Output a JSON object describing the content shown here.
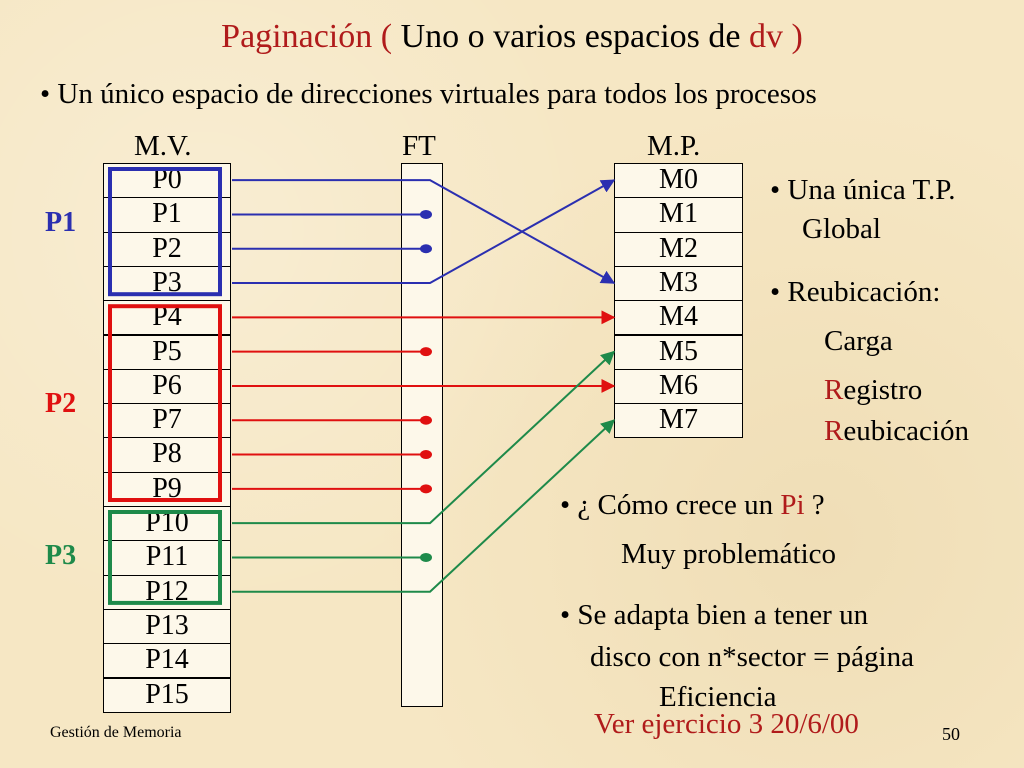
{
  "title": {
    "part1": "Paginación ( ",
    "part2": "Uno o varios espacios de ",
    "part3": "dv",
    "part4": " )"
  },
  "bullet_main": "• Un único espacio de direcciones virtuales para todos los procesos",
  "headers": {
    "mv": "M.V.",
    "ft": "FT",
    "mp": "M.P."
  },
  "virtual_pages": [
    "P0",
    "P1",
    "P2",
    "P3",
    "P4",
    "P5",
    "P6",
    "P7",
    "P8",
    "P9",
    "P10",
    "P11",
    "P12",
    "P13",
    "P14",
    "P15"
  ],
  "physical_frames": [
    "M0",
    "M1",
    "M2",
    "M3",
    "M4",
    "M5",
    "M6",
    "M7"
  ],
  "groups": [
    {
      "label": "P1",
      "color": "#2b2fb0",
      "pages": [
        0,
        3
      ]
    },
    {
      "label": "P2",
      "color": "#e01010",
      "pages": [
        4,
        9
      ]
    },
    {
      "label": "P3",
      "color": "#1e8a4a",
      "pages": [
        10,
        12
      ]
    }
  ],
  "mappings": [
    {
      "page": 0,
      "frame": 3,
      "color": "#2b2fb0"
    },
    {
      "page": 1,
      "frame": null,
      "color": "#2b2fb0"
    },
    {
      "page": 2,
      "frame": null,
      "color": "#2b2fb0"
    },
    {
      "page": 3,
      "frame": 0,
      "color": "#2b2fb0"
    },
    {
      "page": 4,
      "frame": 4,
      "color": "#e01010"
    },
    {
      "page": 5,
      "frame": null,
      "color": "#e01010"
    },
    {
      "page": 6,
      "frame": 6,
      "color": "#e01010"
    },
    {
      "page": 7,
      "frame": null,
      "color": "#e01010"
    },
    {
      "page": 8,
      "frame": null,
      "color": "#e01010"
    },
    {
      "page": 9,
      "frame": null,
      "color": "#e01010"
    },
    {
      "page": 10,
      "frame": 5,
      "color": "#1e8a4a"
    },
    {
      "page": 11,
      "frame": null,
      "color": "#1e8a4a"
    },
    {
      "page": 12,
      "frame": 7,
      "color": "#1e8a4a"
    }
  ],
  "side_notes": {
    "tp_line1": "• Una única T.P.",
    "tp_line2": "Global",
    "reub": "• Reubicación:",
    "carga": "Carga",
    "registro_r": "R",
    "registro_rest": "egistro",
    "reubicacion_r": "R",
    "reubicacion_rest": "eubicación"
  },
  "notes": {
    "crece_pre": "• ¿ Cómo crece un ",
    "crece_pi": "Pi",
    "crece_post": " ?",
    "problematico": "Muy problemático",
    "adapta_line1": "• Se adapta bien a tener un",
    "adapta_line2": "disco con n*sector = página",
    "eficiencia": "Eficiencia"
  },
  "footer": {
    "left": "Gestión de Memoria",
    "exercise": "Ver ejercicio 3 20/6/00",
    "page_number": "50"
  }
}
